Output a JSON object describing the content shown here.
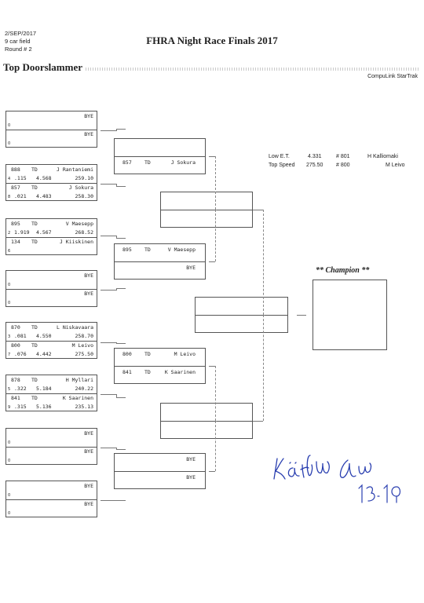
{
  "header": {
    "date": "2/SEP/2017",
    "field": "9 car field",
    "round": "Round # 2",
    "title": "FHRA Night Race Finals 2017",
    "section": "Top Doorslammer",
    "brand": "CompuLink StarTrak"
  },
  "round1": [
    {
      "top": {
        "car": "",
        "cls": "",
        "name": "BYE",
        "seed": "0",
        "rt": "",
        "et": "",
        "mph": ""
      },
      "bot": {
        "car": "",
        "cls": "",
        "name": "BYE",
        "seed": "0",
        "rt": "",
        "et": "",
        "mph": ""
      }
    },
    {
      "top": {
        "car": "888",
        "cls": "TD",
        "name": "J Rantaniemi",
        "seed": "4",
        "rt": ".115",
        "et": "4.568",
        "mph": "259.10"
      },
      "bot": {
        "car": "857",
        "cls": "TD",
        "name": "J Sokura",
        "seed": "8",
        "rt": ".021",
        "et": "4.483",
        "mph": "258.30"
      }
    },
    {
      "top": {
        "car": "895",
        "cls": "TD",
        "name": "V Maesepp",
        "seed": "2",
        "rt": "1.919",
        "et": "4.567",
        "mph": "268.52"
      },
      "bot": {
        "car": "134",
        "cls": "TD",
        "name": "J Kiiskinen",
        "seed": "6",
        "rt": "",
        "et": "",
        "mph": ""
      }
    },
    {
      "top": {
        "car": "",
        "cls": "",
        "name": "BYE",
        "seed": "0",
        "rt": "",
        "et": "",
        "mph": ""
      },
      "bot": {
        "car": "",
        "cls": "",
        "name": "BYE",
        "seed": "0",
        "rt": "",
        "et": "",
        "mph": ""
      }
    },
    {
      "top": {
        "car": "870",
        "cls": "TD",
        "name": "L Niskavaara",
        "seed": "3",
        "rt": ".081",
        "et": "4.550",
        "mph": "258.70"
      },
      "bot": {
        "car": "800",
        "cls": "TD",
        "name": "M Leivo",
        "seed": "7",
        "rt": ".076",
        "et": "4.442",
        "mph": "275.50"
      }
    },
    {
      "top": {
        "car": "878",
        "cls": "TD",
        "name": "H Myllari",
        "seed": "5",
        "rt": ".322",
        "et": "5.184",
        "mph": "240.22"
      },
      "bot": {
        "car": "841",
        "cls": "TD",
        "name": "K Saarinen",
        "seed": "9",
        "rt": ".315",
        "et": "5.136",
        "mph": "235.13"
      }
    },
    {
      "top": {
        "car": "",
        "cls": "",
        "name": "BYE",
        "seed": "0",
        "rt": "",
        "et": "",
        "mph": ""
      },
      "bot": {
        "car": "",
        "cls": "",
        "name": "BYE",
        "seed": "0",
        "rt": "",
        "et": "",
        "mph": ""
      }
    },
    {
      "top": {
        "car": "",
        "cls": "",
        "name": "BYE",
        "seed": "0",
        "rt": "",
        "et": "",
        "mph": ""
      },
      "bot": {
        "car": "",
        "cls": "",
        "name": "BYE",
        "seed": "0",
        "rt": "",
        "et": "",
        "mph": ""
      }
    }
  ],
  "round2": [
    {
      "top": {
        "car": "",
        "cls": "",
        "name": ""
      },
      "bot": {
        "car": "857",
        "cls": "TD",
        "name": "J Sokura"
      }
    },
    {
      "top": {
        "car": "895",
        "cls": "TD",
        "name": "V Maesepp"
      },
      "bot": {
        "car": "",
        "cls": "",
        "name": "BYE"
      }
    },
    {
      "top": {
        "car": "800",
        "cls": "TD",
        "name": "M Leivo"
      },
      "bot": {
        "car": "841",
        "cls": "TD",
        "name": "K Saarinen"
      }
    },
    {
      "top": {
        "car": "",
        "cls": "",
        "name": "BYE"
      },
      "bot": {
        "car": "",
        "cls": "",
        "name": "BYE"
      }
    }
  ],
  "stats": {
    "low_et_label": "Low  E.T.",
    "low_et_value": "4.331",
    "low_et_car": "# 801",
    "low_et_name": "H Kalliomaki",
    "top_speed_label": "Top Speed",
    "top_speed_value": "275.50",
    "top_speed_car": "# 800",
    "top_speed_name": "M Leivo"
  },
  "champion": {
    "label": "** Champion **"
  }
}
